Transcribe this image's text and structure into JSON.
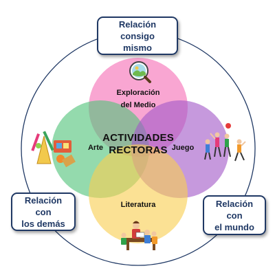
{
  "center_label": "ACTIVIDADES\nRECTORAS",
  "circles": {
    "top": {
      "label": "Exploración\ndel Medio",
      "color": "#f56fb7"
    },
    "left": {
      "label": "Arte",
      "color": "#52c47a"
    },
    "right": {
      "label": "Juego",
      "color": "#a35ac8"
    },
    "bottom": {
      "label": "Literatura",
      "color": "#f8cf52"
    }
  },
  "boxes": {
    "top": "Relación consigo\nmismo",
    "left": "Relación con\nlos demás",
    "right": "Relación con\nel mundo"
  },
  "outline_color": "#1f3864",
  "illustrations": {
    "top": "magnifier-icon",
    "left": "art-supplies-icon",
    "right": "children-playing-icon",
    "bottom": "reading-adult-children-icon"
  }
}
